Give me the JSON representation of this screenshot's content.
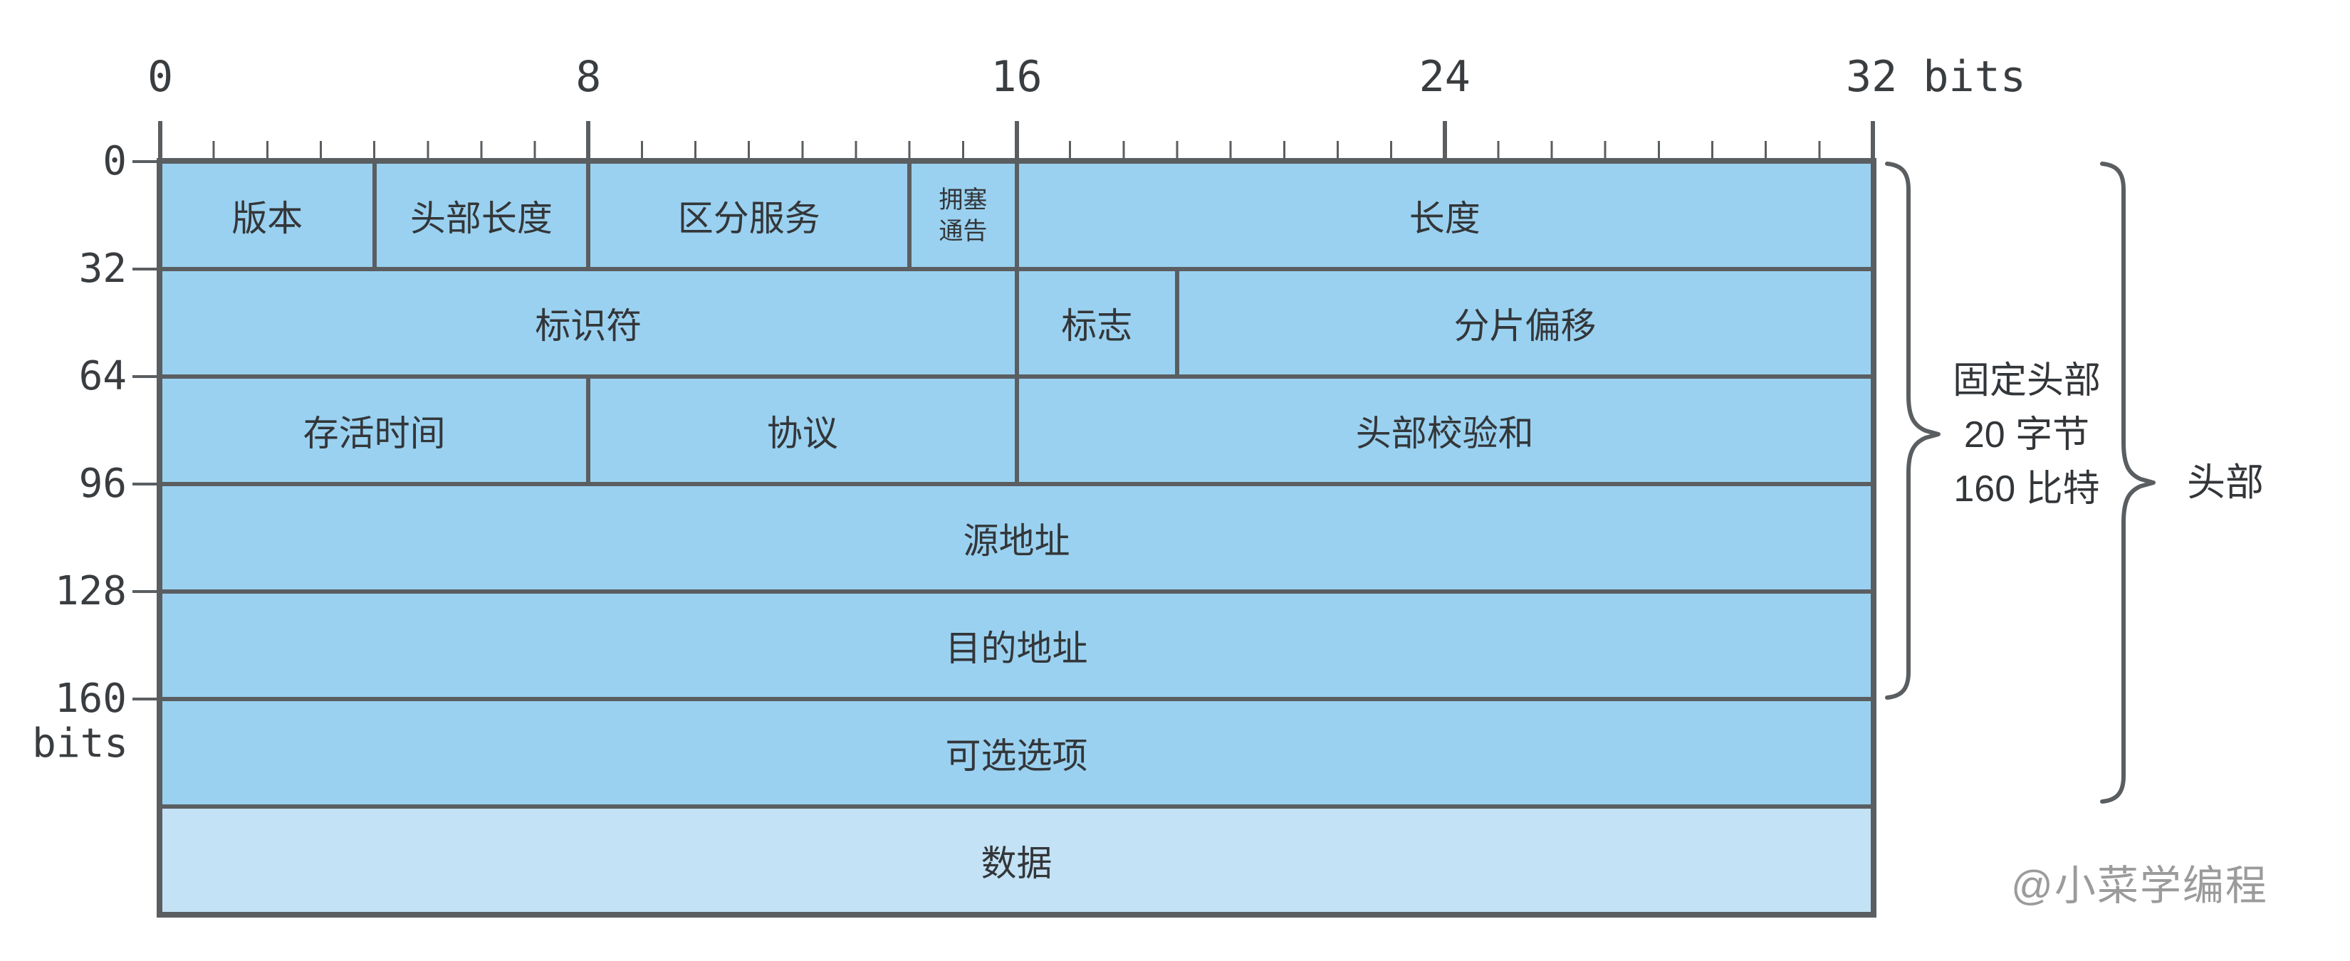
{
  "axis_top": {
    "labels": [
      "0",
      "8",
      "16",
      "24",
      "32 bits"
    ]
  },
  "axis_left": {
    "labels": [
      "0",
      "32",
      "64",
      "96",
      "128",
      "160"
    ],
    "unit": "bits"
  },
  "rows": [
    {
      "cells": [
        {
          "label": "版本",
          "bits": 4
        },
        {
          "label": "头部长度",
          "bits": 4
        },
        {
          "label": "区分服务",
          "bits": 6
        },
        {
          "label": "拥塞通告",
          "bits": 2,
          "lines": [
            "拥塞",
            "通告"
          ]
        },
        {
          "label": "长度",
          "bits": 16
        }
      ]
    },
    {
      "cells": [
        {
          "label": "标识符",
          "bits": 16
        },
        {
          "label": "标志",
          "bits": 3
        },
        {
          "label": "分片偏移",
          "bits": 13
        }
      ]
    },
    {
      "cells": [
        {
          "label": "存活时间",
          "bits": 8
        },
        {
          "label": "协议",
          "bits": 8
        },
        {
          "label": "头部校验和",
          "bits": 16
        }
      ]
    },
    {
      "cells": [
        {
          "label": "源地址",
          "bits": 32
        }
      ]
    },
    {
      "cells": [
        {
          "label": "目的地址",
          "bits": 32
        }
      ]
    },
    {
      "cells": [
        {
          "label": "可选选项",
          "bits": 32
        }
      ]
    },
    {
      "cells": [
        {
          "label": "数据",
          "bits": 32,
          "variant": "data"
        }
      ]
    }
  ],
  "annotations": {
    "fixed_header": {
      "lines": [
        "固定头部",
        "20 字节",
        "160 比特"
      ]
    },
    "header": {
      "label": "头部"
    }
  },
  "watermark": "@小菜学编程",
  "colors": {
    "cell": "#9AD1F0",
    "cell_light": "#C3E2F5",
    "line": "#5A5E61",
    "text": "#333639",
    "axis_text": "#3A3D40",
    "watermark": "#9B9B9B",
    "bg": "#FFFFFF"
  }
}
